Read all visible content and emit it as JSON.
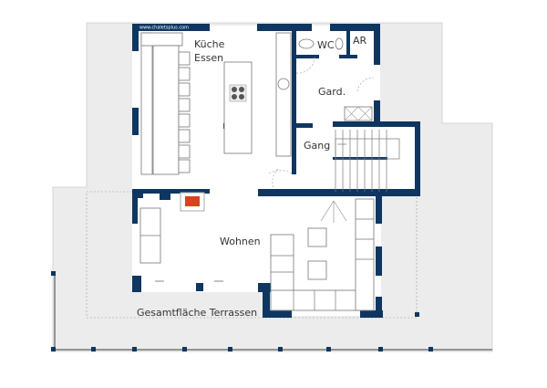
{
  "plan": {
    "watermark": "www.chaletsplus.com",
    "rooms": {
      "kitchen": "Küche",
      "dining": "Essen",
      "wc": "WC",
      "storage": "AR",
      "wardrobe": "Gard.",
      "hall": "Gang",
      "living": "Wohnen",
      "terrace": "Gesamtfläche Terrassen"
    },
    "colors": {
      "walls": "#0f3660",
      "terrace": "#ececec",
      "fireplace": "#d8431c"
    }
  }
}
